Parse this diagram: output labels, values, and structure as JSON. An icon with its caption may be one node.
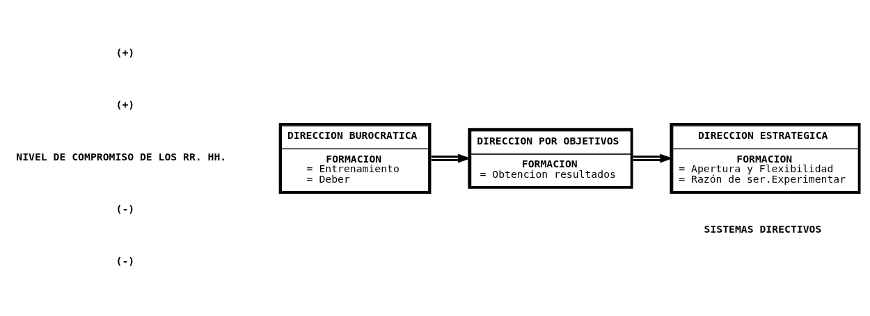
{
  "diagram": {
    "nodes": [
      {
        "text": [
          "DIRECCION BUROCRATICA",
          "FORMACION",
          "= Entrenamiento",
          "= Deber"
        ]
      },
      {
        "text": [
          "DIRECCION POR OBJETIVOS",
          "FORMACION",
          "= Obtencion resultados"
        ]
      },
      {
        "text": [
          "DIRECCION ESTRATEGICA",
          "FORMACION",
          "= Apertura y Flexibilidad",
          "= Razón de ser.Experimentar"
        ]
      }
    ],
    "edges": [
      {
        "from": 0,
        "to": 1,
        "arrow": "to"
      },
      {
        "from": 1,
        "to": 2,
        "arrow": "to"
      }
    ],
    "labels": [
      "(+)",
      "(+)",
      "NIVEL DE COMPROMISO DE LOS RR. HH.",
      "(-)",
      "(-)",
      "SISTEMAS DIRECTIVOS"
    ]
  }
}
